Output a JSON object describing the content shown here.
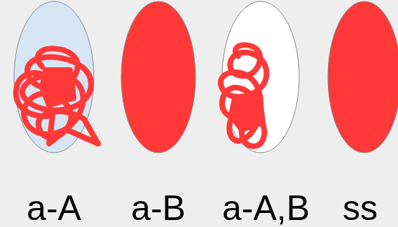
{
  "diagram": {
    "nodes": [
      {
        "text": [
          "a-A"
        ]
      },
      {
        "text": [
          "a-B"
        ]
      },
      {
        "text": [
          "a-A,B"
        ]
      },
      {
        "text": [
          "ss"
        ]
      }
    ]
  }
}
